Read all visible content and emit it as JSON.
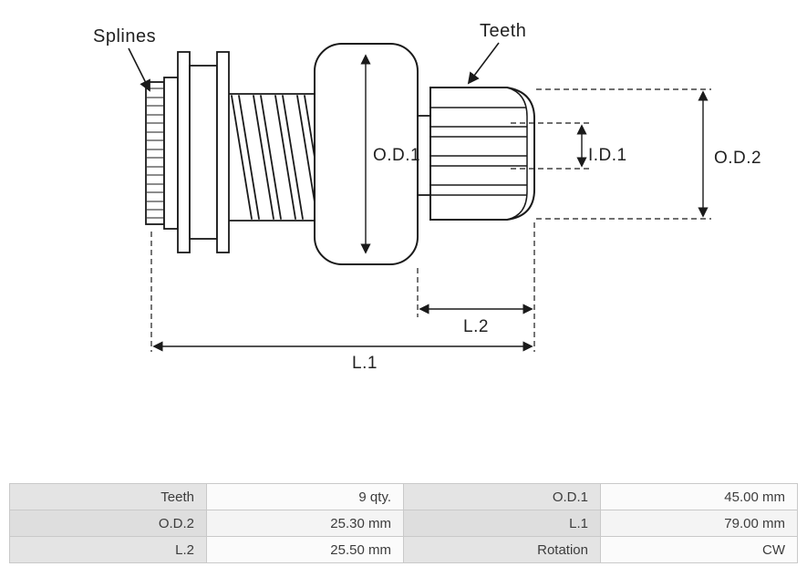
{
  "diagram": {
    "labels": {
      "splines": "Splines",
      "teeth": "Teeth",
      "od1": "O.D.1",
      "id1": "I.D.1",
      "od2": "O.D.2",
      "l2": "L.2",
      "l1": "L.1"
    },
    "line_color": "#1a1a1a"
  },
  "spec_table": {
    "rows": [
      {
        "cells": [
          "Teeth",
          "9 qty.",
          "O.D.1",
          "45.00 mm"
        ]
      },
      {
        "cells": [
          "O.D.2",
          "25.30 mm",
          "L.1",
          "79.00 mm"
        ]
      },
      {
        "cells": [
          "L.2",
          "25.50 mm",
          "Rotation",
          "CW"
        ]
      }
    ]
  }
}
